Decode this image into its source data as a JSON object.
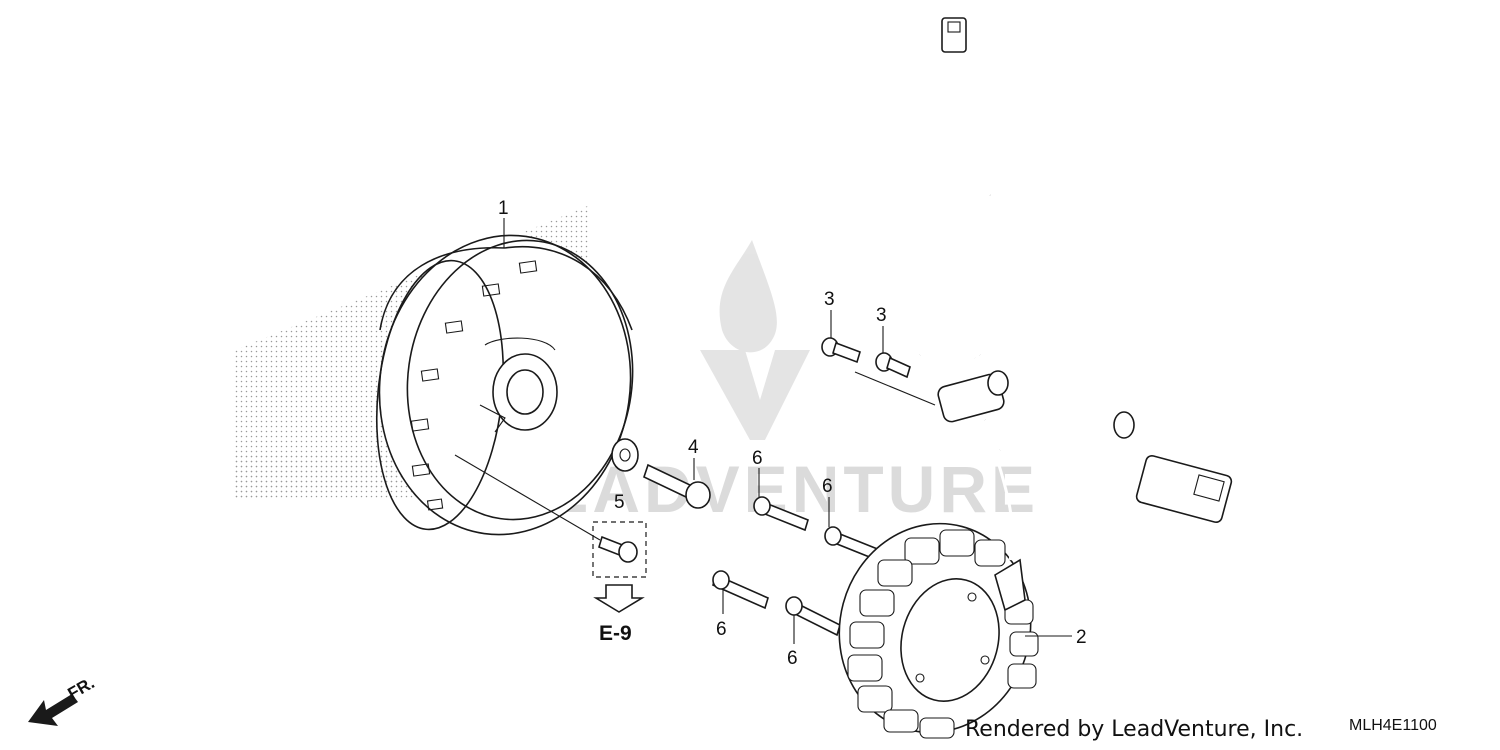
{
  "callouts": {
    "c1": "1",
    "c2": "2",
    "c3a": "3",
    "c3b": "3",
    "c4": "4",
    "c5": "5",
    "c6a": "6",
    "c6b": "6",
    "c6c": "6",
    "c6d": "6"
  },
  "reference": "E-9",
  "direction_label": "FR.",
  "footer": {
    "credit": "Rendered by LeadVenture, Inc.",
    "diagram_code": "MLH4E1100"
  },
  "watermark": {
    "text": "LEADVENTURE"
  },
  "colors": {
    "line": "#1a1a1a",
    "watermark": "#d8d8d8",
    "background": "#ffffff"
  }
}
